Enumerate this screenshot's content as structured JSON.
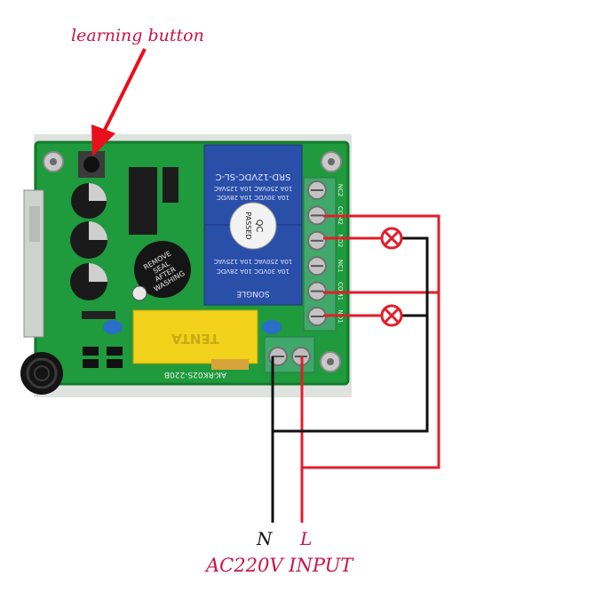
{
  "annotations": {
    "learning_button": "learning button",
    "neutral": "N",
    "live": "L",
    "input": "AC220V  INPUT"
  },
  "board": {
    "relay_text": "SRD-12VDC-SL-C",
    "relay_rating_1": "10A 250VAC 10A 125VAC",
    "relay_rating_2": "10A 30VDC 10A 28VDC",
    "relay_brand": "SONGLE",
    "qc_sticker_1": "QC",
    "qc_sticker_2": "PASSED",
    "buzzer_1": "REMOVE",
    "buzzer_2": "SEAL",
    "buzzer_3": "AFTER",
    "buzzer_4": "WASHING",
    "capacitor_text": "TENTA",
    "model_text": "AK-RK02S-220B",
    "terminal_labels": [
      "NC2",
      "COM2",
      "NO2",
      "NC1",
      "COM1",
      "NO1"
    ]
  },
  "colors": {
    "pcb": "#1f9a3c",
    "relay": "#2a4fa8",
    "live_wire": "#e11e2a",
    "neutral_wire": "#111111",
    "lamp": "#e11e2a",
    "arrow": "#e8101c"
  }
}
